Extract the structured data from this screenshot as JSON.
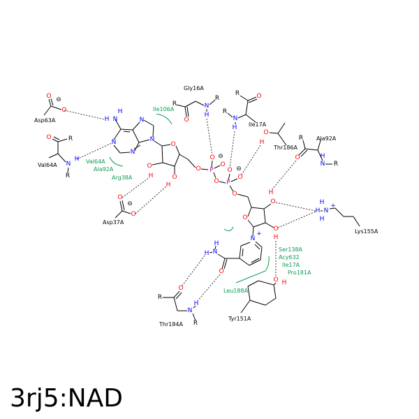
{
  "title": "3rj5:NAD",
  "residues": {
    "gly16": "Gly16A",
    "asp63": "Asp63A",
    "val64": "Val64A",
    "ile17": "Ile17A",
    "thr186": "Thr186A",
    "ala92": "Ala92A",
    "asp37": "Asp37A",
    "lys155": "Lys155A",
    "thr184": "Thr184A",
    "tyr151": "Tyr151A"
  },
  "hydrophobic": {
    "ile106": "Ile106A",
    "val64": "Val64A",
    "ala92": "Ala92A",
    "arg38": "Arg38A",
    "ser138": "Ser138A",
    "acy632": "Acy632",
    "ile17": "Ile17A",
    "pro181": "Pro181A",
    "leu188": "Leu188A"
  },
  "atoms": {
    "O": "O",
    "N": "N",
    "H": "H",
    "R": "R",
    "P": "P",
    "minus": "⊖",
    "plus": "+"
  },
  "colors": {
    "O": "#ff0000",
    "N": "#0000ff",
    "H_N": "#0000ff",
    "H_O": "#ff0000",
    "P": "#cc0099",
    "bond": "#000000",
    "hydrophobic": "#0a9a50"
  }
}
